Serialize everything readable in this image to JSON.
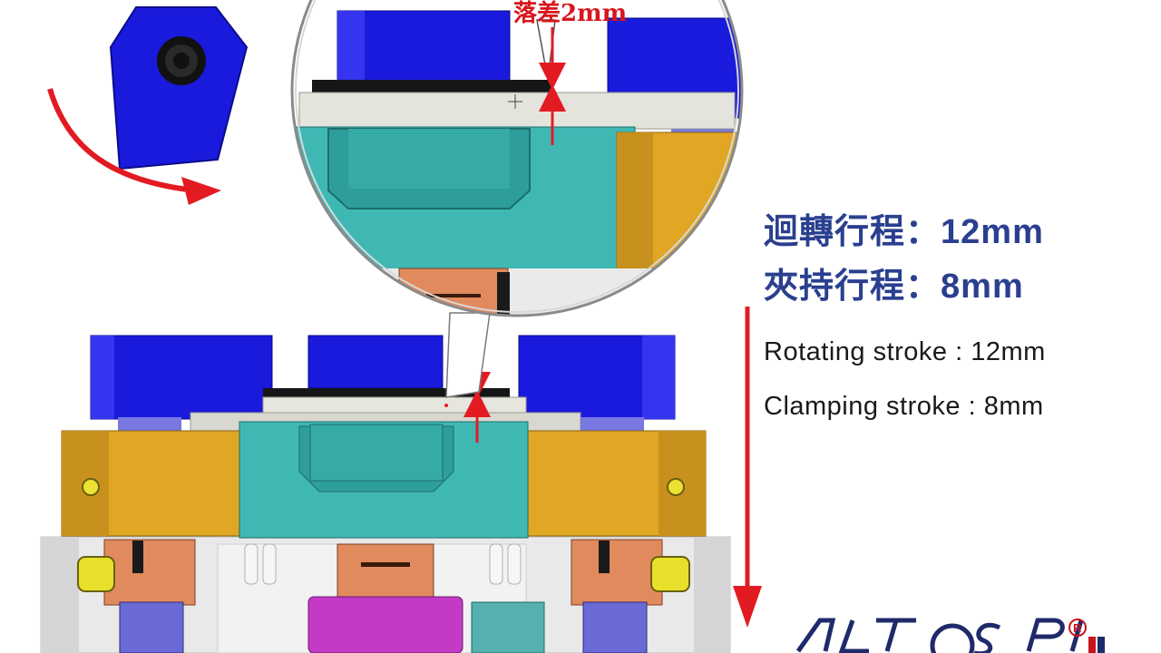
{
  "zoom_label": "落差2mm",
  "specs": {
    "cn": [
      {
        "label": "迴轉行程：",
        "value": "12mm"
      },
      {
        "label": "夾持行程：",
        "value": "8mm"
      }
    ],
    "en": [
      {
        "label": "Rotating stroke : ",
        "value": "12mm"
      },
      {
        "label": "Clamping stroke : ",
        "value": "8mm"
      }
    ]
  },
  "colors": {
    "blue": "#1a1adc",
    "teal": "#3fb8b4",
    "gold": "#e0a624",
    "red": "#e21b23",
    "copper": "#e08a5e",
    "magenta": "#c23ac6",
    "purple": "#6a6ad6",
    "grey": "#e4e4e4",
    "brand_navy": "#1f2a6b"
  }
}
